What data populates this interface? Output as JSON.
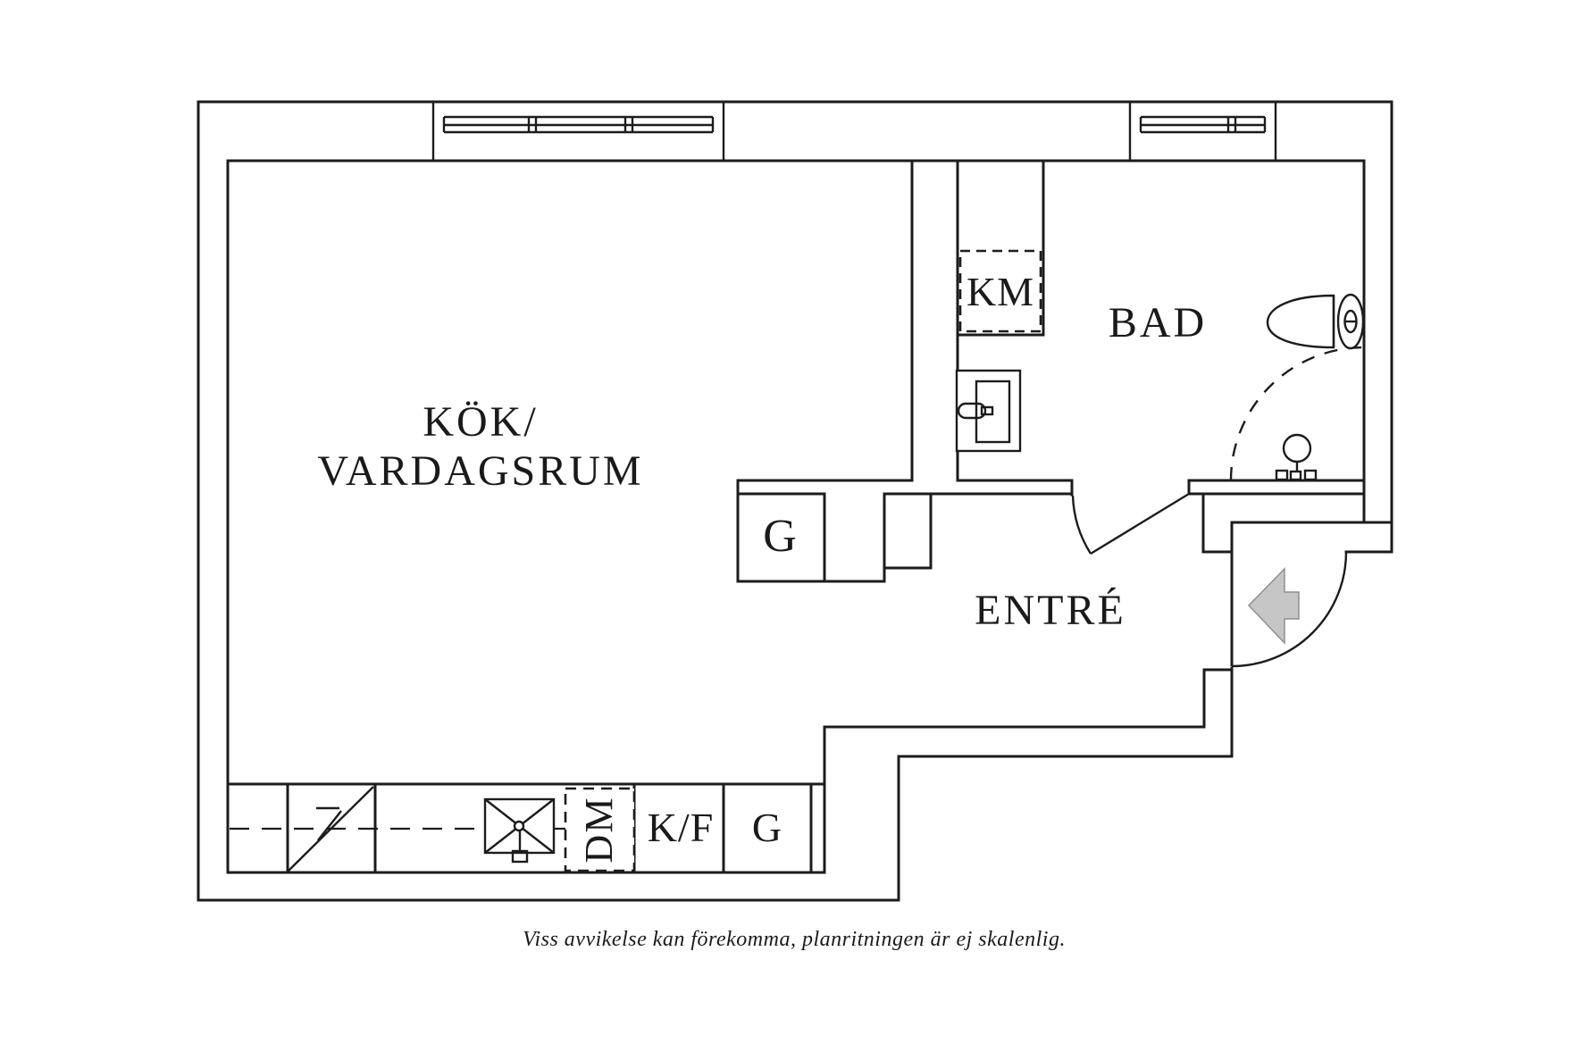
{
  "page": {
    "background": "#ffffff"
  },
  "colors": {
    "line": "#1c1c1c",
    "arrow_fill": "#c6c6c7",
    "arrow_stroke": "#8f8f8f"
  },
  "rooms": {
    "kitchen_living_line1": "KÖK/",
    "kitchen_living_line2": "VARDAGSRUM",
    "bathroom": "BAD",
    "entrance": "ENTRÉ"
  },
  "fixtures": {
    "washing_machine": "KM",
    "dishwasher": "DM",
    "fridge_freezer": "K/F",
    "wardrobe_counter": "G",
    "wardrobe_hall": "G"
  },
  "footer": {
    "disclaimer": "Viss avvikelse kan förekomma, planritningen är ej skalenlig."
  }
}
